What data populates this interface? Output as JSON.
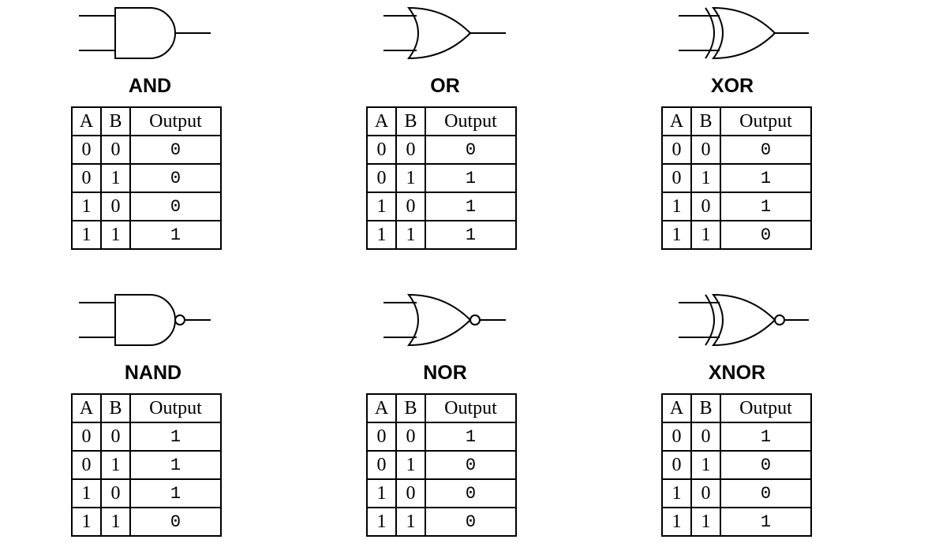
{
  "headers": {
    "a": "A",
    "b": "B",
    "out": "Output"
  },
  "gates": [
    {
      "name": "AND",
      "rows": [
        [
          "0",
          "0",
          "0"
        ],
        [
          "0",
          "1",
          "0"
        ],
        [
          "1",
          "0",
          "0"
        ],
        [
          "1",
          "1",
          "1"
        ]
      ]
    },
    {
      "name": "OR",
      "rows": [
        [
          "0",
          "0",
          "0"
        ],
        [
          "0",
          "1",
          "1"
        ],
        [
          "1",
          "0",
          "1"
        ],
        [
          "1",
          "1",
          "1"
        ]
      ]
    },
    {
      "name": "XOR",
      "rows": [
        [
          "0",
          "0",
          "0"
        ],
        [
          "0",
          "1",
          "1"
        ],
        [
          "1",
          "0",
          "1"
        ],
        [
          "1",
          "1",
          "0"
        ]
      ]
    },
    {
      "name": "NAND",
      "rows": [
        [
          "0",
          "0",
          "1"
        ],
        [
          "0",
          "1",
          "1"
        ],
        [
          "1",
          "0",
          "1"
        ],
        [
          "1",
          "1",
          "0"
        ]
      ]
    },
    {
      "name": "NOR",
      "rows": [
        [
          "0",
          "0",
          "1"
        ],
        [
          "0",
          "1",
          "0"
        ],
        [
          "1",
          "0",
          "0"
        ],
        [
          "1",
          "1",
          "0"
        ]
      ]
    },
    {
      "name": "XNOR",
      "rows": [
        [
          "0",
          "0",
          "1"
        ],
        [
          "0",
          "1",
          "0"
        ],
        [
          "1",
          "0",
          "0"
        ],
        [
          "1",
          "1",
          "1"
        ]
      ]
    }
  ]
}
